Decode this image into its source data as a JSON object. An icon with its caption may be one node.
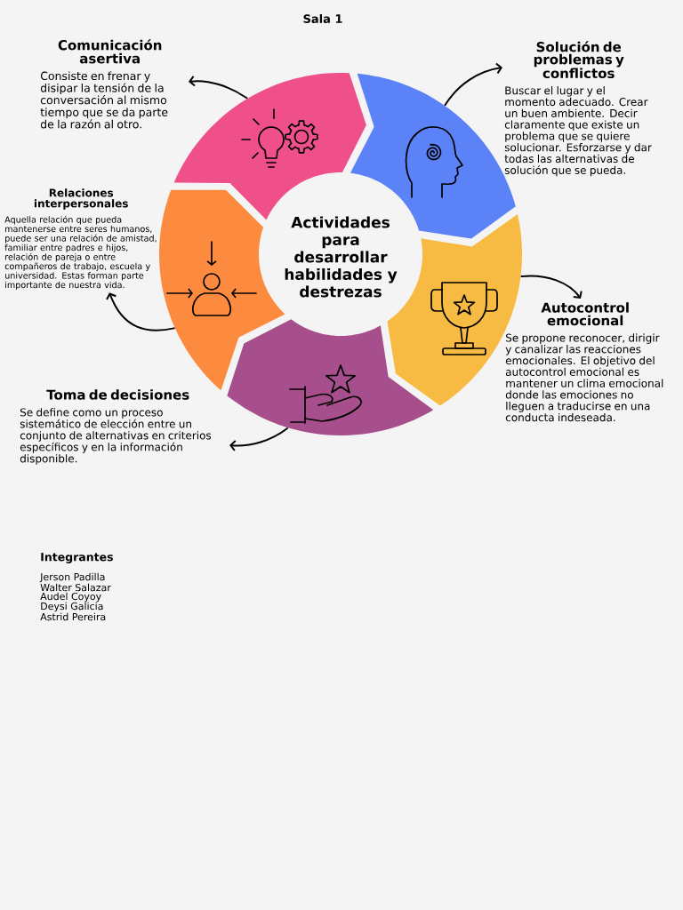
{
  "diagram": {
    "title": "Sala 1",
    "nodes": [
      {
        "text": [
          "Comunicación asertiva",
          "Consiste en frenar y disipar la tensión de la conversación al mismo tiempo que se da parte de la razón al otro."
        ]
      },
      {
        "text": [
          "Solución de problemas y conflictos",
          "Buscar el lugar y el momento adecuado. Crear un buen ambiente. Decir claramente que existe un problema que se quiere solucionar. Esforzarse y dar todas las alternativas de solución que se pueda."
        ]
      },
      {
        "text": [],
        "shape": "segment"
      },
      {
        "text": [],
        "shape": "segment"
      },
      {
        "text": [
          "Relaciones interpersonales",
          "Aquella relación que pueda mantenerse entre seres humanos, puede ser una relación de amistad, familiar entre padres e hijos, relación de pareja o entre compañeros de trabajo, escuela y universidad. Estas forman parte importante de nuestra vida."
        ]
      },
      {
        "text": [
          "Actividades para desarrollar habilidades y destrezas"
        ]
      },
      {
        "text": [],
        "shape": "segment"
      },
      {
        "text": [],
        "shape": "segment"
      },
      {
        "text": [
          "Autocontrol emocional",
          "Se propone reconocer, dirigir y canalizar las reacciones emocionales. El objetivo del autocontrol emocional es mantener un clima emocional donde las emociones no lleguen a traducirse en una conducta indeseada."
        ]
      },
      {
        "text": [],
        "shape": "segment"
      },
      {
        "text": [
          "Toma de decisiones",
          "Se define como un proceso sistemático de elección entre un conjunto de alternativas en criterios específicos y en la información disponible."
        ]
      }
    ],
    "edges": [
      {
        "from": 2,
        "to": 0,
        "arrow": "to"
      },
      {
        "from": 3,
        "to": 1,
        "arrow": "to"
      },
      {
        "from": 6,
        "to": 4,
        "arrow": "to"
      },
      {
        "from": 7,
        "to": 8,
        "arrow": "to"
      },
      {
        "from": 9,
        "to": 10,
        "arrow": "to"
      }
    ],
    "labels": [
      "Integrantes",
      "Jerson Padilla",
      "Walter Salazar",
      "Audel Coyoy",
      "Deysi Galicia",
      "Astrid Pereira"
    ]
  }
}
